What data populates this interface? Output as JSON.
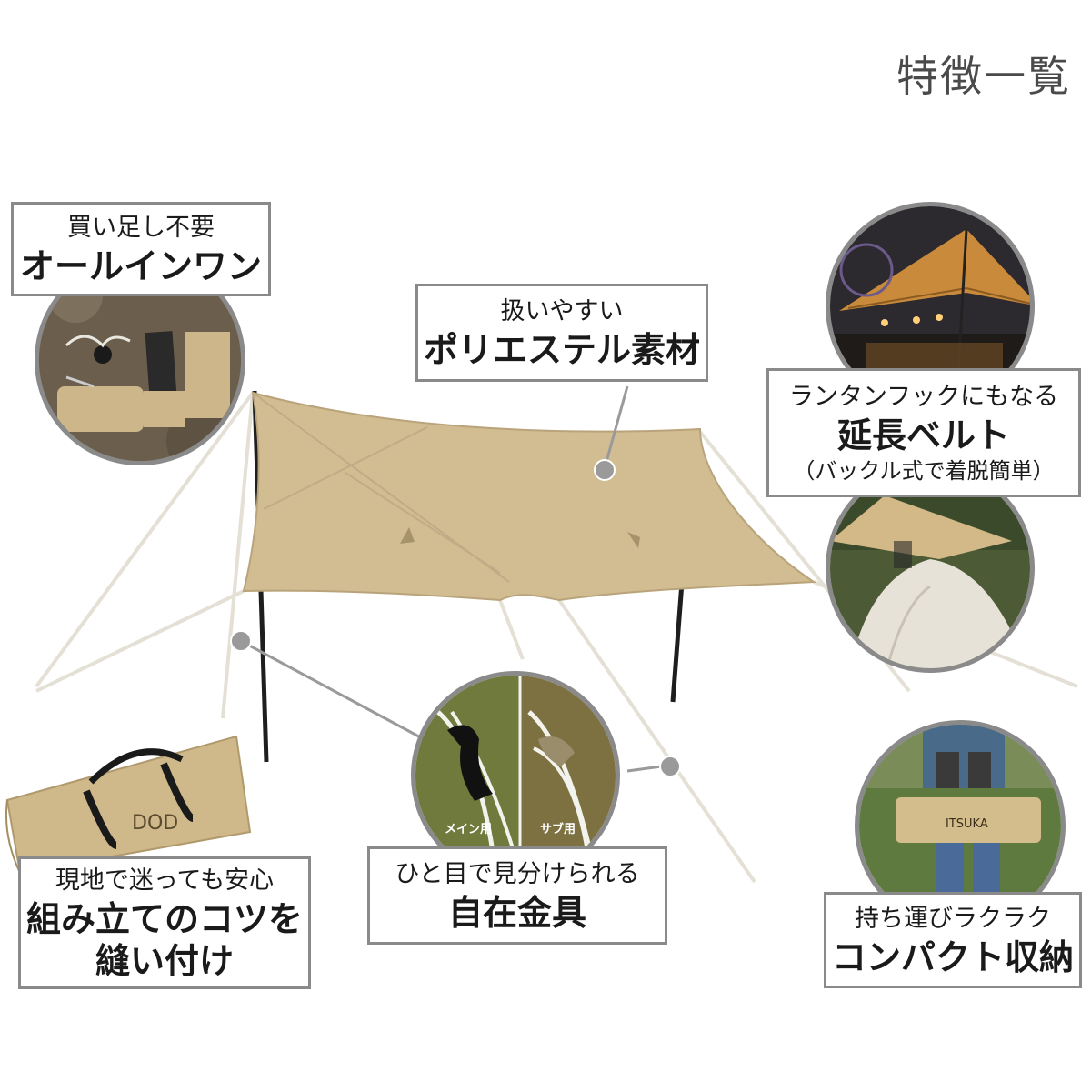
{
  "title": "特徴一覧",
  "features": {
    "all_in_one": {
      "sub": "買い足し不要",
      "main": "オールインワン"
    },
    "polyester": {
      "sub": "扱いやすい",
      "main": "ポリエステル素材"
    },
    "belt": {
      "sub": "ランタンフックにもなる",
      "main": "延長ベルト",
      "note": "（バックル式で着脱簡単）"
    },
    "sewn_tips": {
      "sub": "現地で迷っても安心",
      "main1": "組み立てのコツを",
      "main2": "縫い付け"
    },
    "fittings": {
      "sub": "ひと目で見分けられる",
      "main": "自在金具"
    },
    "compact": {
      "sub": "持ち運びラクラク",
      "main": "コンパクト収納"
    }
  },
  "fitting_tags": {
    "main": "メイン用",
    "sub": "サブ用"
  },
  "brand": {
    "logo": "DOD",
    "bag_print": "ITSUKA"
  },
  "colors": {
    "tarp": "#d2bd93",
    "box_border": "#8a8a8a",
    "pointer": "#9a9a9a"
  }
}
